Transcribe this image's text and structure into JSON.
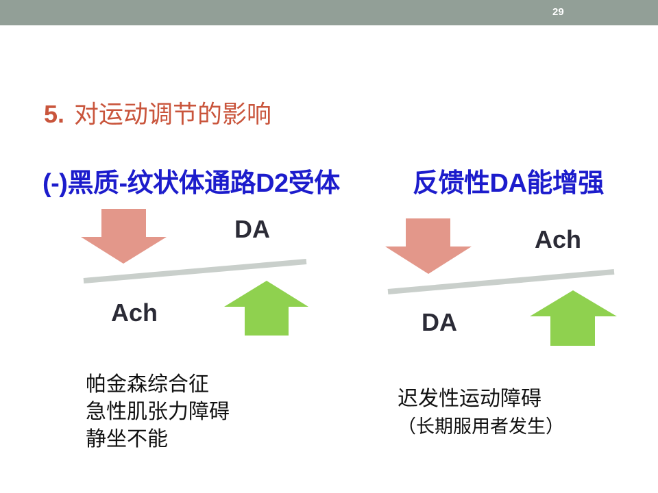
{
  "page_number": "29",
  "title": {
    "number": "5.",
    "text": "对运动调节的影响"
  },
  "subtitle": {
    "left": "(-)黑质-纹状体通路D2受体",
    "right": "反馈性DA能增强"
  },
  "left_diagram": {
    "top_label": "DA",
    "bottom_label": "Ach",
    "notes": [
      "帕金森综合征",
      "急性肌张力障碍",
      "静坐不能"
    ]
  },
  "right_diagram": {
    "top_label": "Ach",
    "bottom_label": "DA",
    "notes": [
      "迟发性运动障碍",
      "（长期服用者发生）"
    ]
  },
  "colors": {
    "down_arrow": "#e3978a",
    "up_arrow": "#8fd14f",
    "balance_bar": "#c9cfcb",
    "title": "#c9553c",
    "subtitle": "#1c1ccc",
    "header_bar": "#929f97"
  }
}
